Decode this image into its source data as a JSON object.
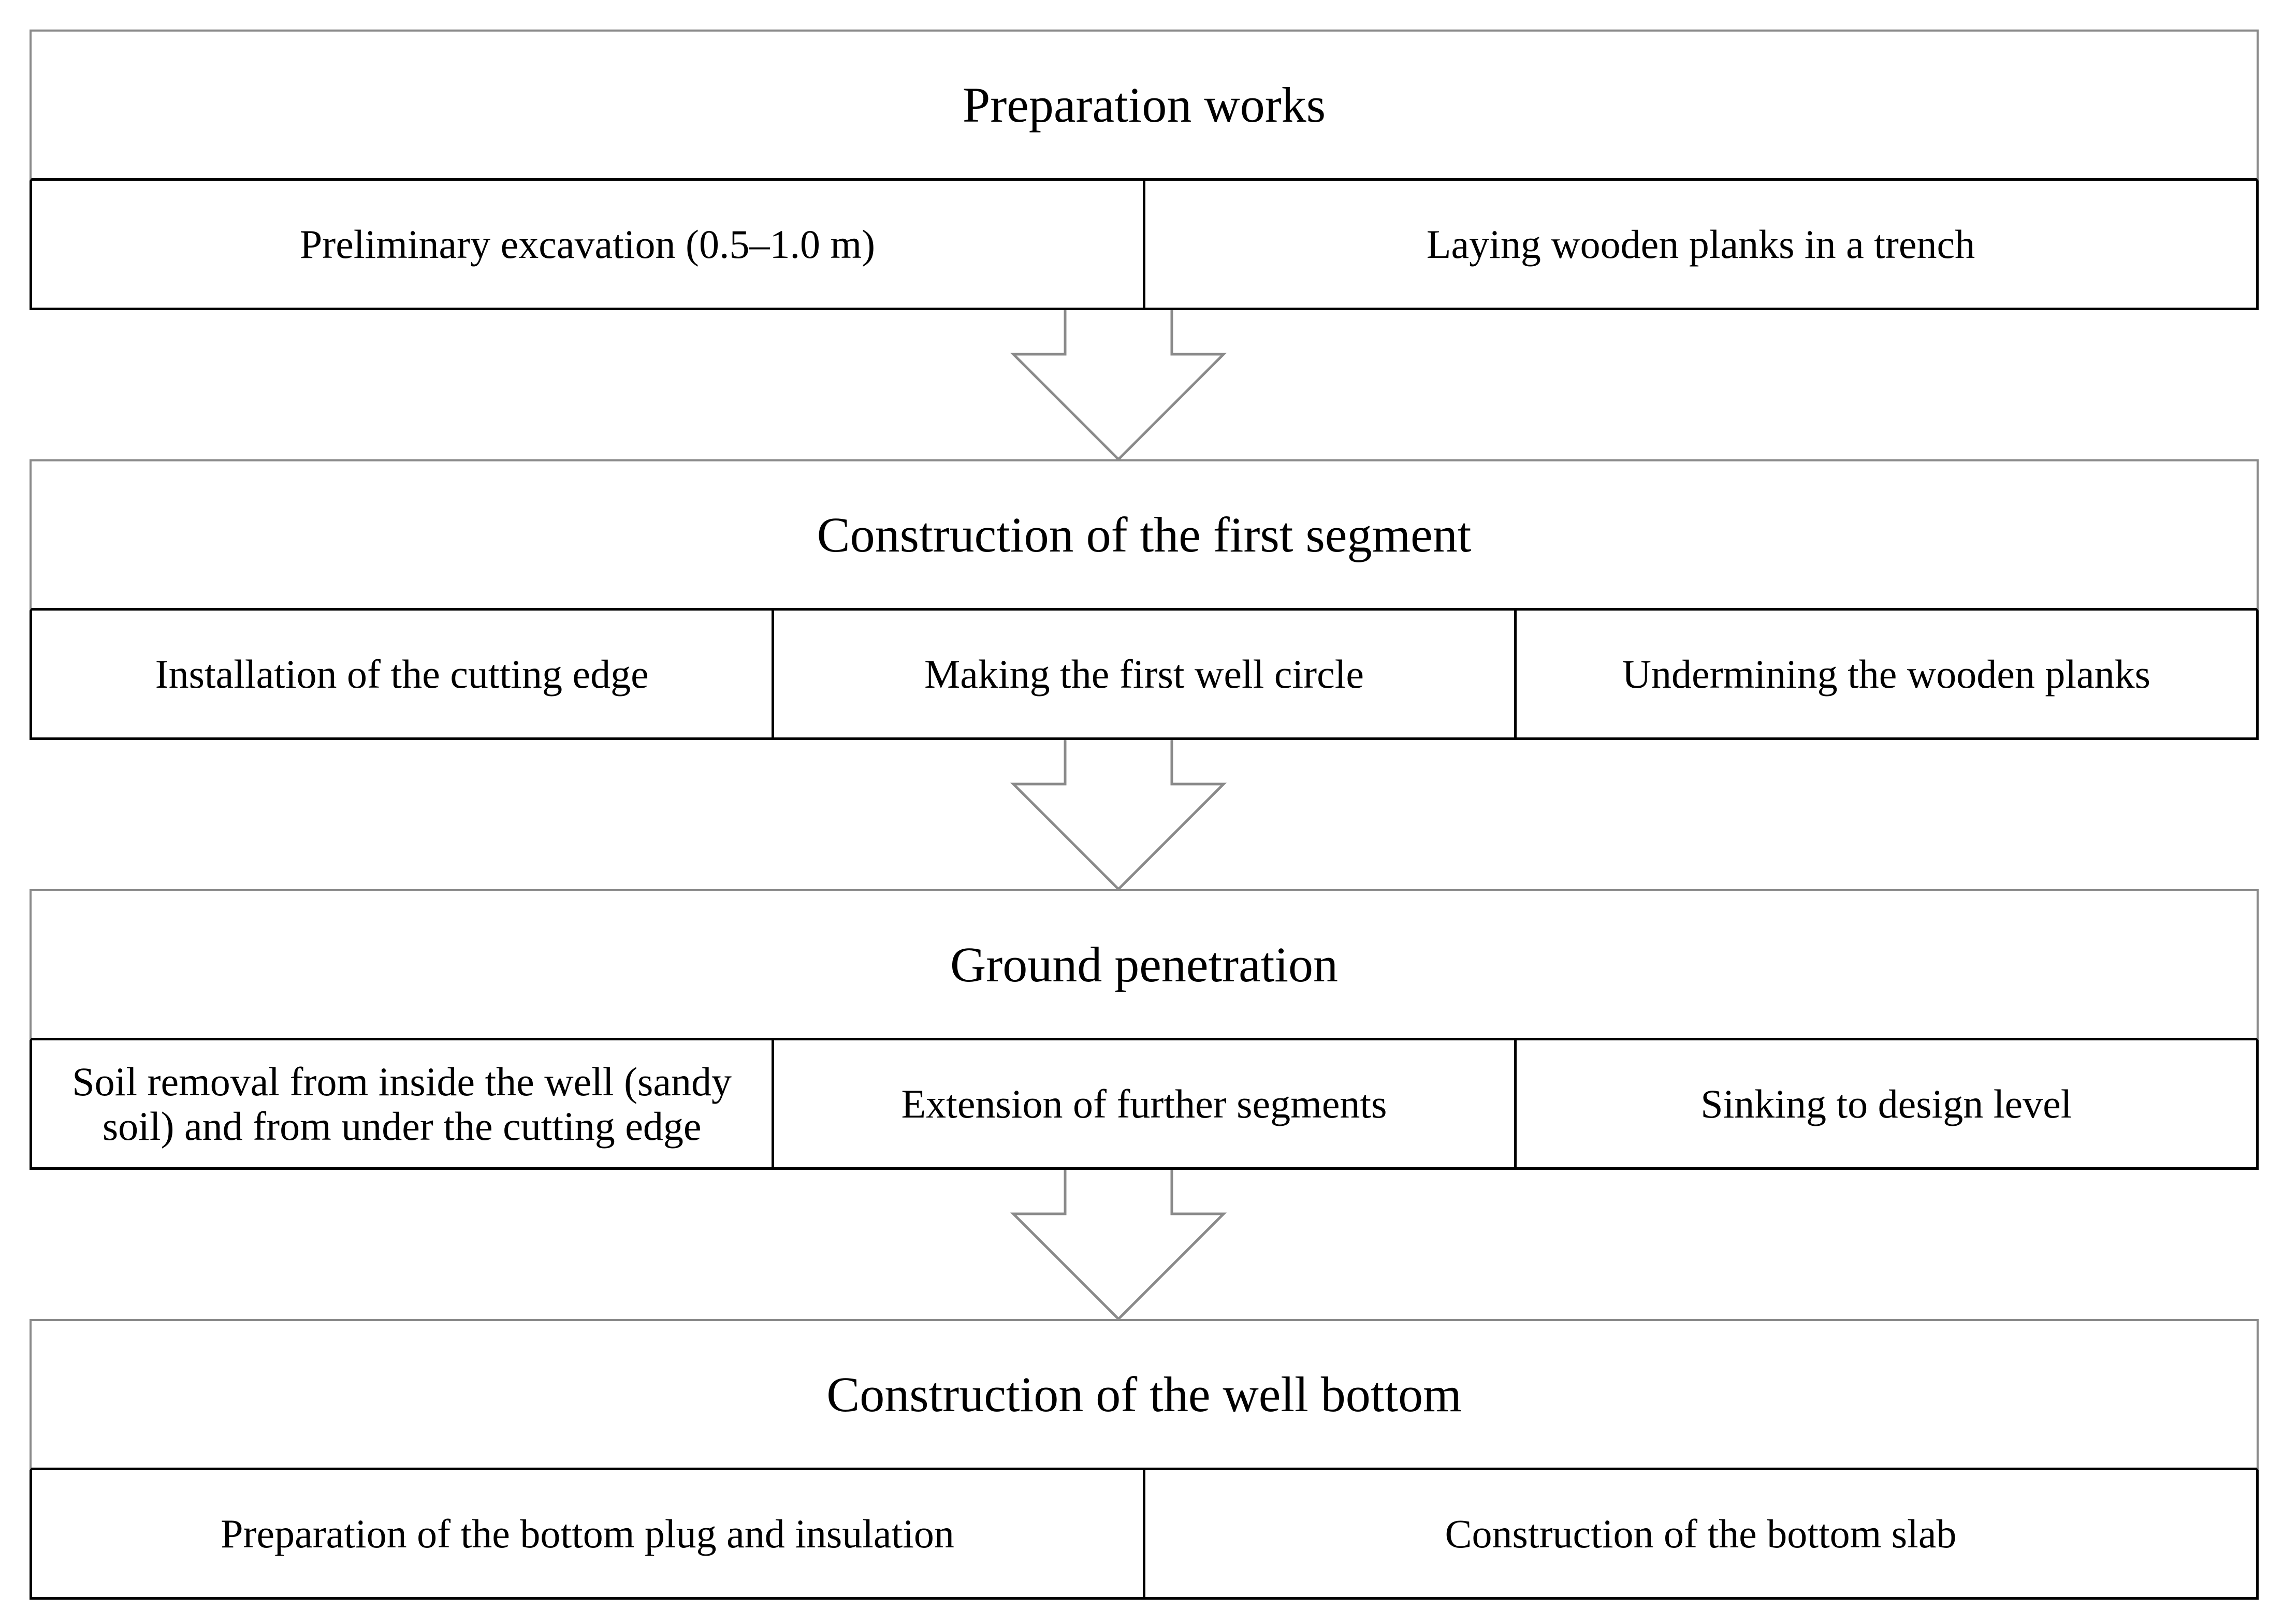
{
  "stages": [
    {
      "title": "Preparation works",
      "steps": [
        "Preliminary excavation (0.5–1.0 m)",
        "Laying wooden planks in a trench"
      ]
    },
    {
      "title": "Construction of the first segment",
      "steps": [
        "Installation of the cutting edge",
        "Making the first well circle",
        "Undermining the wooden planks"
      ]
    },
    {
      "title": "Ground penetration",
      "steps": [
        "Soil removal from inside the well (sandy soil) and from under the cutting edge",
        "Extension of further segments",
        "Sinking to design level"
      ]
    },
    {
      "title": "Construction of the well bottom",
      "steps": [
        "Preparation of the bottom plug and insulation",
        "Construction of the bottom slab"
      ]
    }
  ],
  "colors": {
    "arrow_stroke": "#8a8a8a",
    "header_border": "#8a8a8a",
    "cell_border": "#000000"
  }
}
